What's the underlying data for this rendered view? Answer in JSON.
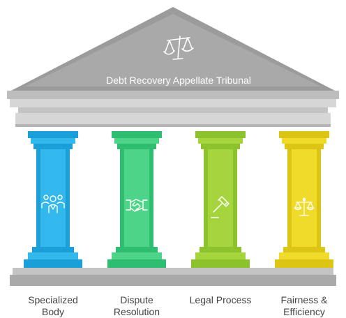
{
  "title": "Debt Recovery Appellate Tribunal",
  "pillars": [
    {
      "id": "specialized",
      "label_line1": "Specialized",
      "label_line2": "Body",
      "icon": "people-group-icon",
      "color_light": "#33b8ee",
      "color_dark": "#1a9fd9"
    },
    {
      "id": "dispute",
      "label_line1": "Dispute",
      "label_line2": "Resolution",
      "icon": "handshake-icon",
      "color_light": "#4ed488",
      "color_dark": "#2fbd72"
    },
    {
      "id": "legal",
      "label_line1": "Legal Process",
      "label_line2": "",
      "icon": "gavel-icon",
      "color_light": "#a6d43c",
      "color_dark": "#8cc22b"
    },
    {
      "id": "fairness",
      "label_line1": "Fairness &",
      "label_line2": "Efficiency",
      "icon": "scales-icon",
      "color_light": "#f0da2a",
      "color_dark": "#dcc613"
    }
  ],
  "colors": {
    "roof_dark": "#9b9b9b",
    "roof_light": "#bdbdbd",
    "roof_inner": "#a8a8a8",
    "stone_light": "#d6d6d6",
    "stone_mid": "#c3c3c3",
    "stone_dark": "#a9a9a9",
    "icon_stroke": "#ffffff"
  }
}
